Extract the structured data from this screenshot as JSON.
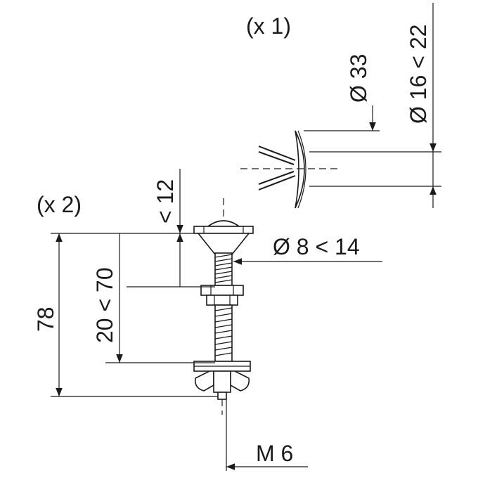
{
  "drawing": {
    "cap_quantity": "(x 1)",
    "bolt_quantity": "(x 2)",
    "dim_cap_diameter": "Ø 33",
    "dim_hole_range": "Ø 16 < 22",
    "dim_head_height": "< 12",
    "dim_shank_range": "Ø 8 < 14",
    "dim_adjust_range": "20 < 70",
    "dim_total_length": "78",
    "dim_thread": "M 6"
  },
  "colors": {
    "line": "#1a1a1a",
    "background": "#ffffff"
  }
}
